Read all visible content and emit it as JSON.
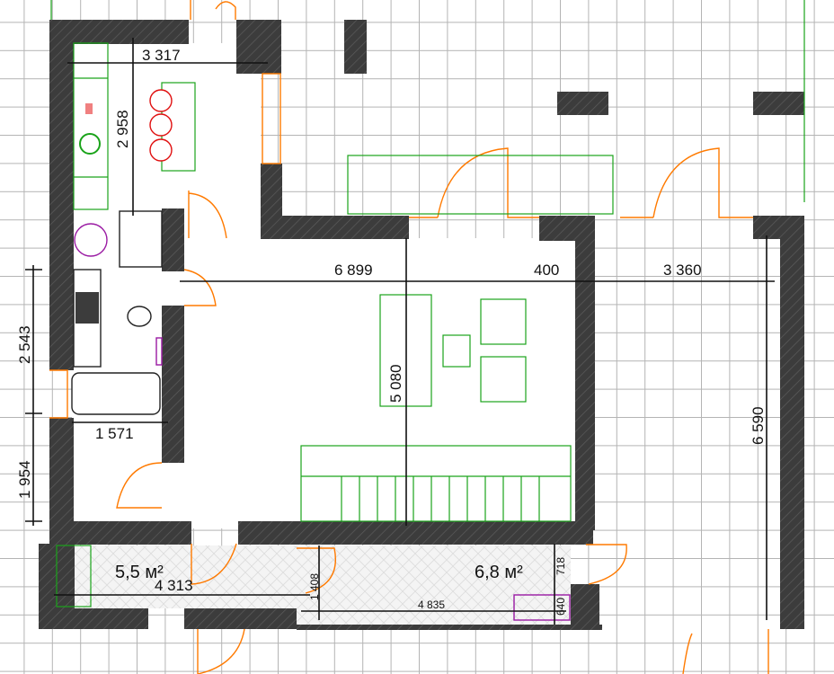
{
  "plan": {
    "dimensions": {
      "kitchen_width": "3 317",
      "kitchen_depth": "2 958",
      "living_width": "6 899",
      "wall_gap": "400",
      "room_right_width": "3 360",
      "bath_upper": "2 543",
      "bath_lower": "1 954",
      "bath_width": "1 571",
      "living_depth": "5 080",
      "room_right_depth": "6 590",
      "loggia_left_length": "4 313",
      "loggia_right_depth": "1 408",
      "loggia_right_length": "4 835",
      "loggia_right_upper": "718",
      "loggia_right_lower": "640"
    },
    "areas": {
      "loggia_left": "5,5 м²",
      "loggia_right": "6,8 м²"
    },
    "colors": {
      "wall": "#3c3c3c",
      "furniture": "#1aa31a",
      "doors_windows": "#ff7a00",
      "plumbing": "#9a1aa3",
      "chairs": "#e01010",
      "grid": "#b4b4b4"
    }
  }
}
